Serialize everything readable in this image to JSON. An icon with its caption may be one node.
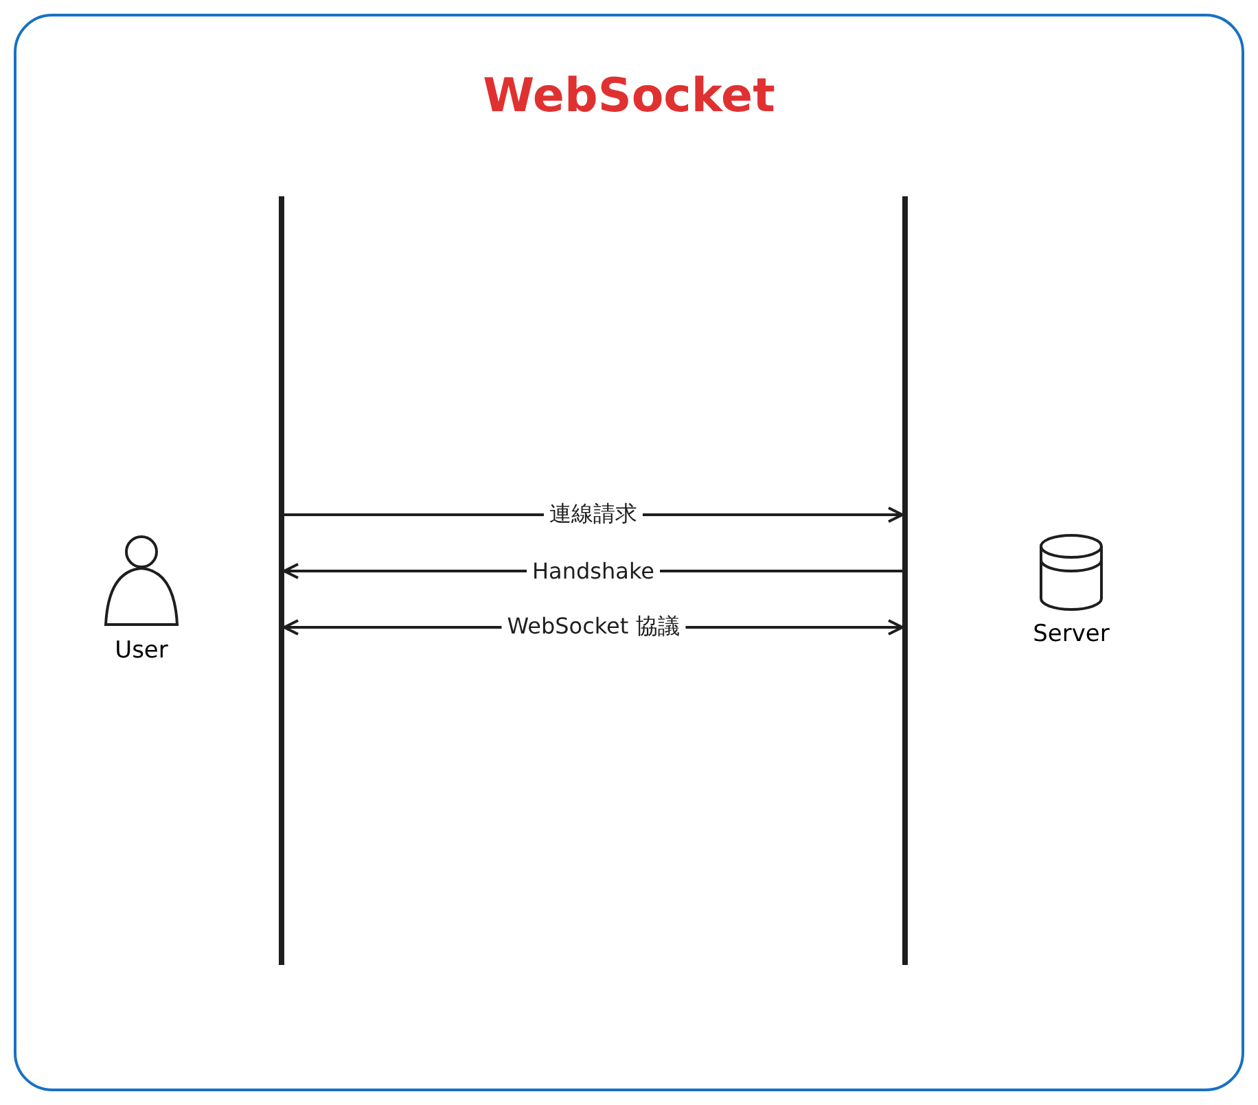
{
  "diagram": {
    "title": "WebSocket",
    "nodes": [
      {
        "text": [],
        "shape": "bar"
      },
      {
        "text": [],
        "shape": "bar"
      },
      {
        "text": [
          "User"
        ]
      },
      {
        "text": [
          "Server"
        ]
      }
    ],
    "edges": [
      {
        "from": 0,
        "to": 1,
        "arrow": "to",
        "label": "連線請求"
      },
      {
        "from": 1,
        "to": 0,
        "arrow": "to",
        "label": "Handshake"
      },
      {
        "from": 0,
        "to": 1,
        "arrow": "both",
        "label": "WebSocket 協議"
      }
    ]
  }
}
